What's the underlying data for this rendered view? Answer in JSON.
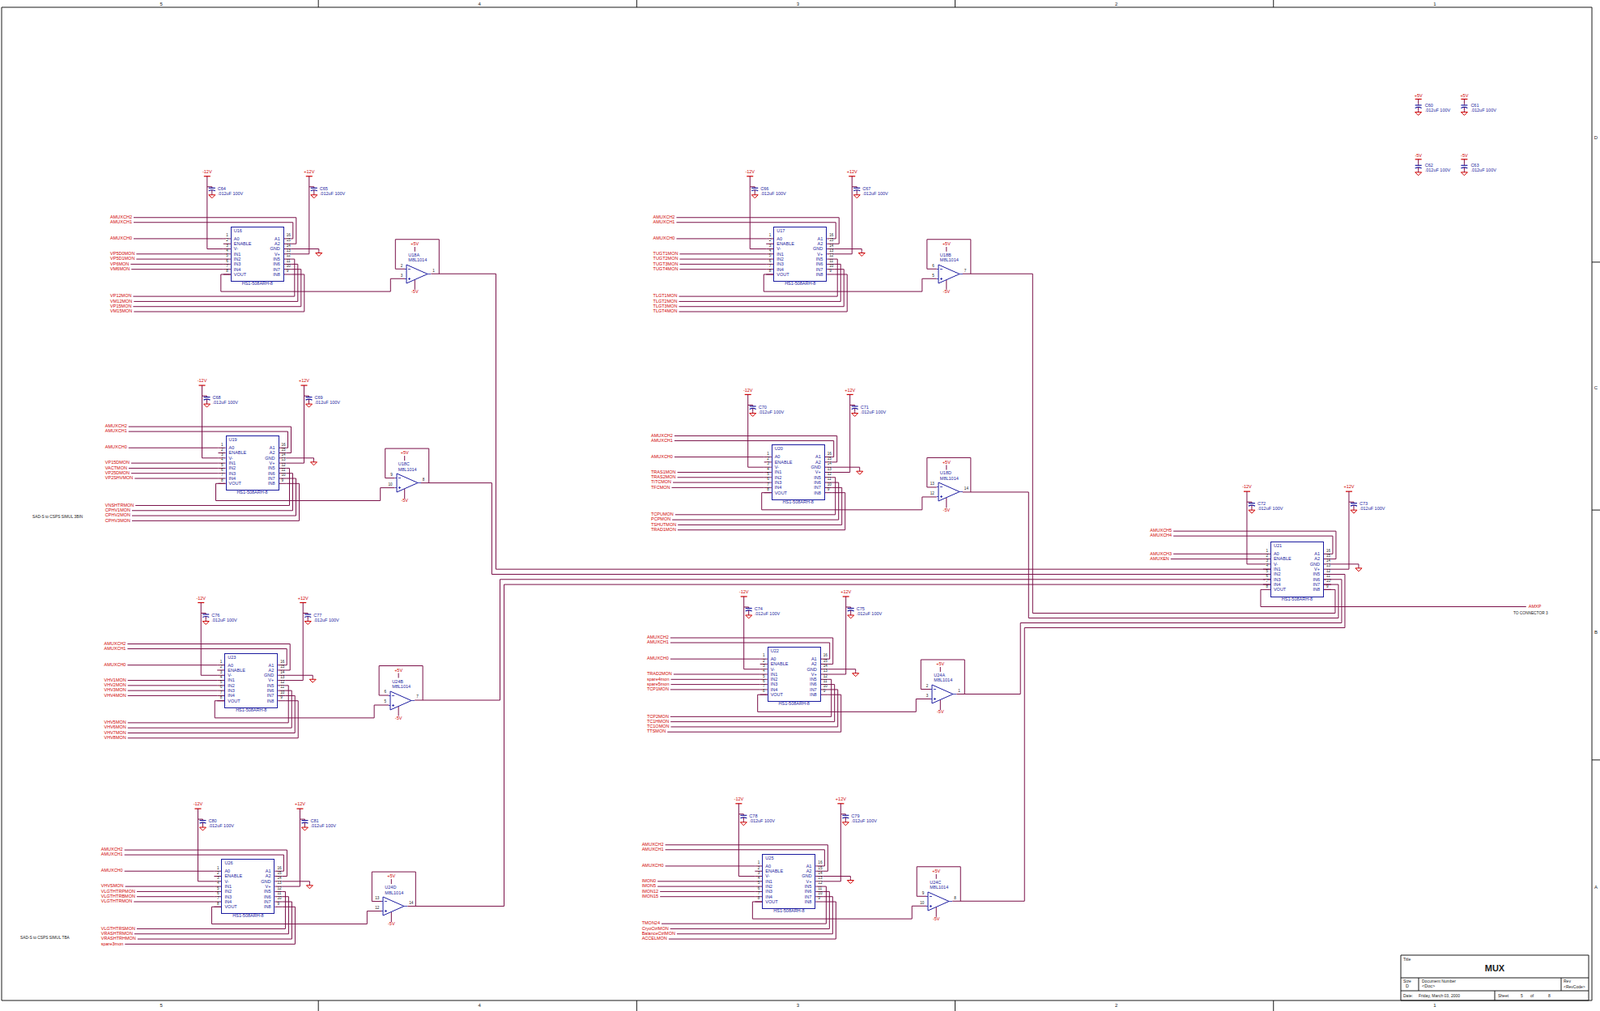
{
  "diagram": {
    "title": "MUX",
    "nodes": [
      {
        "text": [
          "U16",
          "A0",
          "ENABLE",
          "V-",
          "IN1",
          "IN2",
          "IN3",
          "IN4",
          "VOUT",
          "A1",
          "A2",
          "GND",
          "V+",
          "IN5",
          "IN6",
          "IN7",
          "IN8",
          "HS1-508ARH-8"
        ]
      },
      {
        "text": [
          "U18A",
          "M8L1014"
        ]
      },
      {
        "text": [
          "U17",
          "A0",
          "ENABLE",
          "V-",
          "IN1",
          "IN2",
          "IN3",
          "IN4",
          "VOUT",
          "A1",
          "A2",
          "GND",
          "V+",
          "IN5",
          "IN6",
          "IN7",
          "IN8",
          "HS1-508ARH-8"
        ]
      },
      {
        "text": [
          "U18B",
          "M8L1014"
        ]
      },
      {
        "text": [
          "U19",
          "A0",
          "ENABLE",
          "V-",
          "IN1",
          "IN2",
          "IN3",
          "IN4",
          "VOUT",
          "A1",
          "A2",
          "GND",
          "V+",
          "IN5",
          "IN6",
          "IN7",
          "IN8",
          "HS1-508ARH-8"
        ]
      },
      {
        "text": [
          "U18C",
          "M8L1014"
        ]
      },
      {
        "text": [
          "U20",
          "A0",
          "ENABLE",
          "V-",
          "IN1",
          "IN2",
          "IN3",
          "IN4",
          "VOUT",
          "A1",
          "A2",
          "GND",
          "V+",
          "IN5",
          "IN6",
          "IN7",
          "IN8",
          "HS1-508ARH-8"
        ]
      },
      {
        "text": [
          "U18D",
          "M8L1014"
        ]
      },
      {
        "text": [
          "U21",
          "A0",
          "ENABLE",
          "V-",
          "IN1",
          "IN2",
          "IN3",
          "IN4",
          "VOUT",
          "A1",
          "A2",
          "GND",
          "V+",
          "IN5",
          "IN6",
          "IN7",
          "IN8",
          "HS1-508ARH-8"
        ]
      },
      {
        "text": [
          "U23",
          "A0",
          "ENABLE",
          "V-",
          "IN1",
          "IN2",
          "IN3",
          "IN4",
          "VOUT",
          "A1",
          "A2",
          "GND",
          "V+",
          "IN5",
          "IN6",
          "IN7",
          "IN8",
          "HS1-508ARH-8"
        ]
      },
      {
        "text": [
          "U24B",
          "M8L1014"
        ]
      },
      {
        "text": [
          "U22",
          "A0",
          "ENABLE",
          "V-",
          "IN1",
          "IN2",
          "IN3",
          "IN4",
          "VOUT",
          "A1",
          "A2",
          "GND",
          "V+",
          "IN5",
          "IN6",
          "IN7",
          "IN8",
          "HS1-508ARH-8"
        ]
      },
      {
        "text": [
          "U24A",
          "M8L1014"
        ]
      },
      {
        "text": [
          "U26",
          "A0",
          "ENABLE",
          "V-",
          "IN1",
          "IN2",
          "IN3",
          "IN4",
          "VOUT",
          "A1",
          "A2",
          "GND",
          "V+",
          "IN5",
          "IN6",
          "IN7",
          "IN8",
          "HS1-508ARH-8"
        ]
      },
      {
        "text": [
          "U24D",
          "M8L1014"
        ]
      },
      {
        "text": [
          "U25",
          "A0",
          "ENABLE",
          "V-",
          "IN1",
          "IN2",
          "IN3",
          "IN4",
          "VOUT",
          "A1",
          "A2",
          "GND",
          "V+",
          "IN5",
          "IN6",
          "IN7",
          "IN8",
          "HS1-508ARH-8"
        ]
      },
      {
        "text": [
          "U24C",
          "M8L1014"
        ]
      }
    ],
    "edges": [
      {
        "from": 0,
        "to": 1,
        "arrow": "none"
      },
      {
        "from": 2,
        "to": 3,
        "arrow": "none"
      },
      {
        "from": 4,
        "to": 5,
        "arrow": "none"
      },
      {
        "from": 6,
        "to": 7,
        "arrow": "none"
      },
      {
        "from": 9,
        "to": 10,
        "arrow": "none"
      },
      {
        "from": 11,
        "to": 12,
        "arrow": "none"
      },
      {
        "from": 13,
        "to": 14,
        "arrow": "none"
      },
      {
        "from": 15,
        "to": 16,
        "arrow": "none"
      },
      {
        "from": 1,
        "to": 8,
        "arrow": "none"
      },
      {
        "from": 5,
        "to": 8,
        "arrow": "none"
      },
      {
        "from": 10,
        "to": 8,
        "arrow": "none"
      },
      {
        "from": 14,
        "to": 8,
        "arrow": "none"
      },
      {
        "from": 3,
        "to": 8,
        "arrow": "none"
      },
      {
        "from": 7,
        "to": 8,
        "arrow": "none"
      },
      {
        "from": 12,
        "to": 8,
        "arrow": "none"
      },
      {
        "from": 16,
        "to": 8,
        "arrow": "none"
      }
    ],
    "labels": [
      "5",
      "4",
      "3",
      "2",
      "1",
      "5",
      "4",
      "3",
      "2",
      "1",
      "D",
      "C",
      "B",
      "A",
      "+5V",
      "C60",
      ".012uF 100V",
      "+5V",
      "C61",
      ".012uF 100V",
      "-5V",
      "C62",
      ".012uF 100V",
      "-5V",
      "C63",
      ".012uF 100V",
      "-12V",
      "C64",
      ".012uF 100V",
      "+12V",
      "C65",
      ".012uF 100V",
      "AMUXCH2",
      "AMUXCH1",
      "AMUXCH0",
      "VP5D0MON",
      "VP5D1MON",
      "VP6MON",
      "VM6MON",
      "VP12MON",
      "VM12MON",
      "VP15MON",
      "VM15MON",
      "1",
      "2",
      "3",
      "4",
      "5",
      "6",
      "7",
      "8",
      "16",
      "15",
      "14",
      "13",
      "12",
      "11",
      "10",
      "9",
      "+5V",
      "-5V",
      "3",
      "2",
      "1",
      "-12V",
      "C66",
      ".012uF 100V",
      "+12V",
      "C67",
      ".012uF 100V",
      "AMUXCH2",
      "AMUXCH1",
      "AMUXCH0",
      "TUGT1MON",
      "TUGT2MON",
      "TUGT3MON",
      "TUGT4MON",
      "TLGT1MON",
      "TLGT2MON",
      "TLGT3MON",
      "TLGT4MON",
      "1",
      "2",
      "3",
      "4",
      "5",
      "6",
      "7",
      "8",
      "16",
      "15",
      "14",
      "13",
      "12",
      "11",
      "10",
      "9",
      "+5V",
      "-5V",
      "5",
      "6",
      "7",
      "-12V",
      "C68",
      ".012uF 100V",
      "+12V",
      "C69",
      ".012uF 100V",
      "AMUXCH2",
      "AMUXCH1",
      "AMUXCH0",
      "VP15DMON",
      "VACTMON",
      "VP25DMON",
      "VP2SHVMON",
      "VNSHTRMON",
      "CPHV1MON",
      "CPHV2MON",
      "CPHV3MON",
      "1",
      "2",
      "3",
      "4",
      "5",
      "6",
      "7",
      "8",
      "16",
      "15",
      "14",
      "13",
      "12",
      "11",
      "10",
      "9",
      "+5V",
      "-5V",
      "10",
      "9",
      "8",
      "-12V",
      "C70",
      ".012uF 100V",
      "+12V",
      "C71",
      ".012uF 100V",
      "AMUXCH2",
      "AMUXCH1",
      "AMUXCH0",
      "TRAS1MON",
      "TRAS2MON",
      "TITCMON",
      "TFCMON",
      "TCPUMON",
      "PCPMON",
      "TSHUTMON",
      "TRAD1MON",
      "1",
      "2",
      "3",
      "4",
      "5",
      "6",
      "7",
      "8",
      "16",
      "15",
      "14",
      "13",
      "12",
      "11",
      "10",
      "9",
      "+5V",
      "-5V",
      "12",
      "13",
      "14",
      "-12V",
      "C72",
      ".012uF 100V",
      "+12V",
      "C73",
      ".012uF 100V",
      "AMUXCH5",
      "AMUXCH4",
      "AMUXCH3",
      "AMUXEN",
      "1",
      "2",
      "3",
      "4",
      "5",
      "6",
      "7",
      "8",
      "16",
      "15",
      "14",
      "13",
      "12",
      "11",
      "10",
      "9",
      "AMXP",
      "TO CONNECTOR 3",
      "-12V",
      "C76",
      ".012uF 100V",
      "+12V",
      "C77",
      ".012uF 100V",
      "AMUXCH2",
      "AMUXCH1",
      "AMUXCH0",
      "VHV1MON",
      "VHV2MON",
      "VHV3MON",
      "VHV4MON",
      "VHV5MON",
      "VHV6MON",
      "VHV7MON",
      "VHV8MON",
      "1",
      "2",
      "3",
      "4",
      "5",
      "6",
      "7",
      "8",
      "16",
      "15",
      "14",
      "13",
      "12",
      "11",
      "10",
      "9",
      "+5V",
      "-5V",
      "5",
      "6",
      "7",
      "-12V",
      "C74",
      ".012uF 100V",
      "+12V",
      "C75",
      ".012uF 100V",
      "AMUXCH2",
      "AMUXCH1",
      "AMUXCH0",
      "TRAD2MON",
      "spare4mon",
      "spare5mon",
      "TCP1MON",
      "TCP2MON",
      "TC1HMON",
      "TC1OMON",
      "TTSMON",
      "1",
      "2",
      "3",
      "4",
      "5",
      "6",
      "7",
      "8",
      "16",
      "15",
      "14",
      "13",
      "12",
      "11",
      "10",
      "9",
      "+5V",
      "-5V",
      "3",
      "2",
      "1",
      "-12V",
      "C80",
      ".012uF 100V",
      "+12V",
      "C81",
      ".012uF 100V",
      "AMUXCH2",
      "AMUXCH1",
      "AMUXCH0",
      "VHVSMON",
      "VLGTHTRPMON",
      "VLGTHTRBMON",
      "VLGTHTRMON",
      "VLGTHTRSMON",
      "VRASHTRMON",
      "VRASHTRHMON",
      "spare3mon",
      "1",
      "2",
      "3",
      "4",
      "5",
      "6",
      "7",
      "8",
      "16",
      "15",
      "14",
      "13",
      "12",
      "11",
      "10",
      "9",
      "+5V",
      "-5V",
      "12",
      "13",
      "14",
      "-12V",
      "C78",
      ".012uF 100V",
      "+12V",
      "C79",
      ".012uF 100V",
      "AMUXCH2",
      "AMUXCH1",
      "AMUXCH0",
      "IMON0",
      "IMON5",
      "IMON12",
      "IMON15",
      "TMON24",
      "CryoCtrlMON",
      "BalanceCtrlMON",
      "ACCELMON",
      "1",
      "2",
      "3",
      "4",
      "5",
      "6",
      "7",
      "8",
      "16",
      "15",
      "14",
      "13",
      "12",
      "11",
      "10",
      "9",
      "+5V",
      "-5V",
      "10",
      "9",
      "8",
      "SAD-S to CSPS SIMUL 3BIN",
      "SAD-S to CSPS SIMUL TBA",
      "Title",
      "Size",
      "D",
      "Document Number",
      "<Doc>",
      "Rev",
      "<RevCode>",
      "Date:",
      "Friday, March 03, 2000",
      "Sheet",
      "5",
      "of",
      "8"
    ]
  }
}
